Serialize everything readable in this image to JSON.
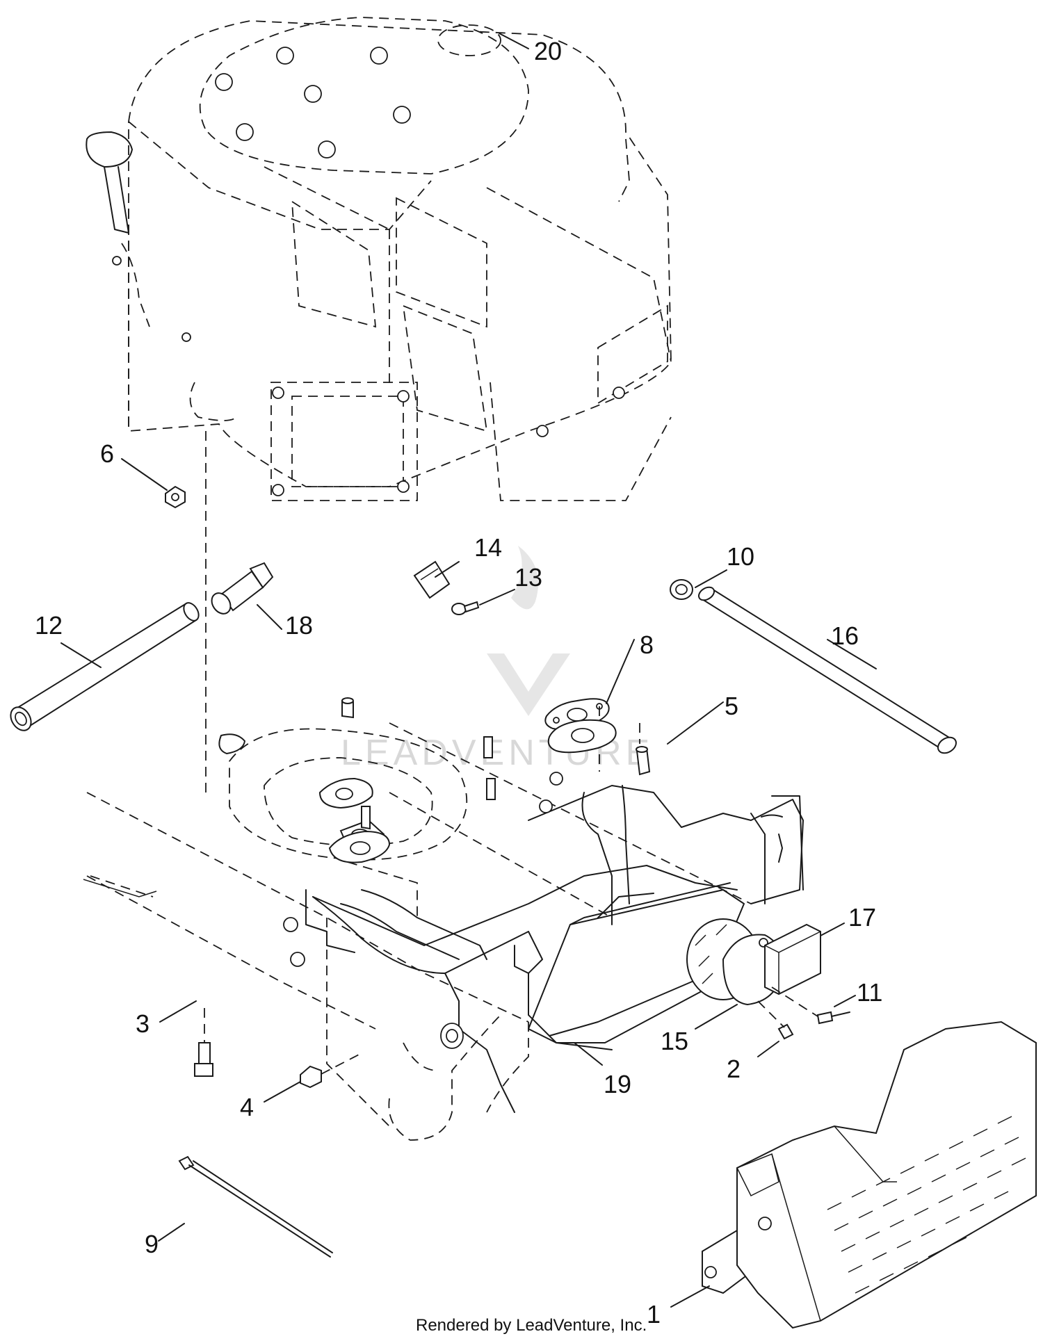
{
  "callouts": [
    {
      "num": "1"
    },
    {
      "num": "2"
    },
    {
      "num": "3"
    },
    {
      "num": "4"
    },
    {
      "num": "5"
    },
    {
      "num": "6"
    },
    {
      "num": "8"
    },
    {
      "num": "9"
    },
    {
      "num": "10"
    },
    {
      "num": "11"
    },
    {
      "num": "12"
    },
    {
      "num": "13"
    },
    {
      "num": "14"
    },
    {
      "num": "15"
    },
    {
      "num": "16"
    },
    {
      "num": "17"
    },
    {
      "num": "18"
    },
    {
      "num": "19"
    },
    {
      "num": "20"
    }
  ],
  "watermark": {
    "text": "LEADVENTURE"
  },
  "credit": {
    "text": "Rendered by LeadVenture, Inc."
  },
  "colors": {
    "line": "#1a1a1a",
    "background": "#ffffff",
    "watermark": "#d8d8d8"
  }
}
